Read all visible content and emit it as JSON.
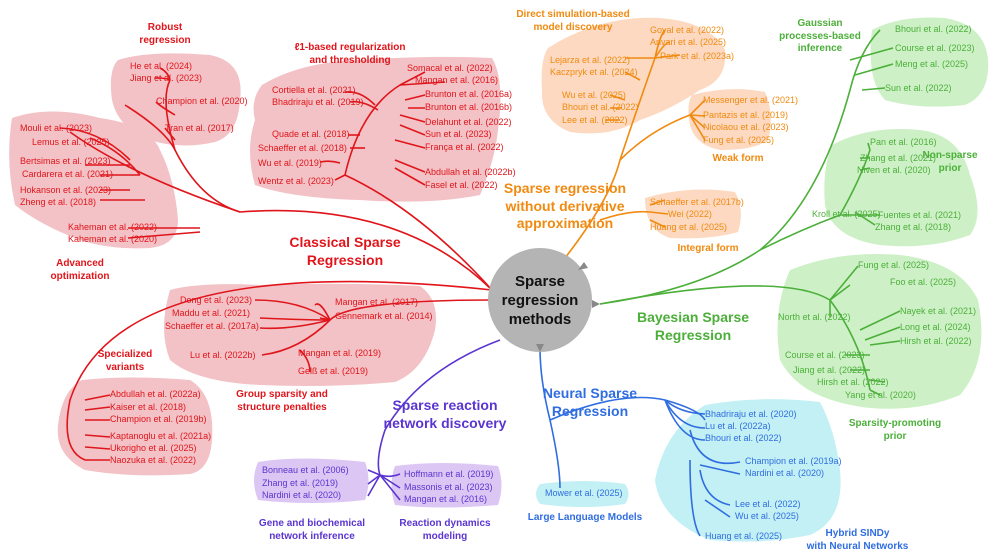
{
  "center": {
    "lines": [
      "Sparse",
      "regression",
      "methods"
    ]
  },
  "colors": {
    "red": "#e0151b",
    "orange": "#f08a10",
    "green": "#4caf3a",
    "blue": "#2f6de0",
    "purple": "#5a35d0",
    "red_fill": "#f2c2c6",
    "orange_fill": "#fcd9c0",
    "green_fill": "#cdf0c6",
    "blue_fill": "#c2f0f4",
    "purple_fill": "#dcc6f4",
    "center_fill": "#b4b4b4"
  },
  "branches": {
    "classical": {
      "title": [
        "Classical Sparse",
        "Regression"
      ],
      "robust": {
        "label": [
          "Robust",
          "regression"
        ],
        "refs": [
          "He et al. (2024)",
          "Jiang et al. (2023)",
          "Champion et al. (2020)",
          "Tran et al. (2017)"
        ]
      },
      "l1": {
        "label": [
          "ℓ1-based regularization",
          "and thresholding"
        ],
        "refs": [
          "Somacal et al. (2022)",
          "Mangan et al. (2016)",
          "Cortiella et al. (2021)",
          "Brunton et al. (2016a)",
          "Bhadriraju et al. (2019)",
          "Brunton et al. (2016b)",
          "Delahunt et al. (2022)",
          "Quade et al. (2018)",
          "Sun et al. (2023)",
          "Schaeffer et al. (2018)",
          "França et al. (2022)",
          "Wu et al. (2019)",
          "Abdullah et al. (2022b)",
          "Wentz et al. (2023)",
          "Fasel et al. (2022)"
        ]
      },
      "advanced": {
        "label": [
          "Advanced",
          "optimization"
        ],
        "refs": [
          "Mouli et al. (2023)",
          "Lemus et al. (2025)",
          "Bertsimas et al. (2023)",
          "Cardarera et al. (2021)",
          "Hokanson et al. (2023)",
          "Zheng et al. (2018)",
          "Kaheman et al. (2022)",
          "Kaheman et al. (2020)"
        ]
      },
      "group": {
        "label": [
          "Group sparsity and",
          "structure penalties"
        ],
        "refs": [
          "Dong et al. (2023)",
          "Mangan et al. (2017)",
          "Maddu et al. (2021)",
          "Gennemark et al. (2014)",
          "Schaeffer et al. (2017a)",
          "Mangan et al. (2019)",
          "Lu et al. (2022b)",
          "Gelß et al. (2019)"
        ]
      },
      "special": {
        "label": [
          "Specialized",
          "variants"
        ],
        "refs": [
          "Abdullah et al. (2022a)",
          "Kaiser et al. (2018)",
          "Champion et al. (2019b)",
          "Kaptanoglu et al. (2021a)",
          "Ukorigho et al. (2025)",
          "Naozuka et al. (2022)"
        ]
      }
    },
    "derivative": {
      "title": [
        "Sparse regression",
        "without derivative",
        "approximation"
      ],
      "direct": {
        "label": [
          "Direct simulation-based",
          "model discovery"
        ],
        "refs": [
          "Goyal et al. (2022)",
          "Anvari et al. (2025)",
          "Lejarza et al. (2022)",
          "Park et al. (2023a)",
          "Kaczpryk et al. (2024)",
          "Wu et al. (2025)",
          "Bhouri et al. (2022)",
          "Lee et al. (2022)"
        ]
      },
      "weak": {
        "label": [
          "Weak form"
        ],
        "refs": [
          "Messenger et al. (2021)",
          "Pantazis et al. (2019)",
          "Nicolaou et al. (2023)",
          "Fung et al. (2025)"
        ]
      },
      "integral": {
        "label": [
          "Integral form"
        ],
        "refs": [
          "Schaeffer et al. (2017b)",
          "Wei (2022)",
          "Huang et al. (2025)"
        ]
      }
    },
    "bayesian": {
      "title": [
        "Bayesian Sparse",
        "Regression"
      ],
      "gaussian": {
        "label": [
          "Gaussian",
          "processes-based",
          "inference"
        ],
        "refs": [
          "Bhouri et al. (2022)",
          "Course et al. (2023)",
          "Meng et al. (2025)",
          "Sun et al. (2022)"
        ]
      },
      "nonsparse": {
        "label": [
          "Non-sparse",
          "prior"
        ],
        "refs": [
          "Pan et al. (2016)",
          "Zhang et al. (2021)",
          "Niven et al. (2020)",
          "Kroll et al. (2025)",
          "Fuentes et al. (2021)",
          "Zhang et al. (2018)"
        ]
      },
      "promoting": {
        "label": [
          "Sparsity-promoting",
          "prior"
        ],
        "refs": [
          "Fung et al. (2025)",
          "Foo et al. (2025)",
          "North et al. (2022)",
          "Nayek et al. (2021)",
          "Long et al. (2024)",
          "Hirsh et al. (2022)",
          "Course et al. (2023)",
          "Jiang et al. (2022)",
          "Hirsh et al. (2022)",
          "Yang et al. (2020)"
        ]
      }
    },
    "neural": {
      "title": [
        "Neural Sparse",
        "Regression"
      ],
      "llm": {
        "label": [
          "Large Language Models"
        ],
        "refs": [
          "Mower et al. (2025)"
        ]
      },
      "hybrid": {
        "label": [
          "Hybrid SINDy",
          "with Neural Networks"
        ],
        "refs": [
          "Bhadriraju et al. (2020)",
          "Lu et al. (2022a)",
          "Bhouri et al. (2022)",
          "Champion et al. (2019a)",
          "Nardini et al. (2020)",
          "Lee et al. (2022)",
          "Wu et al. (2025)",
          "Huang et al. (2025)"
        ]
      }
    },
    "reaction": {
      "title": [
        "Sparse reaction",
        "network discovery"
      ],
      "gene": {
        "label": [
          "Gene and biochemical",
          "network inference"
        ],
        "refs": [
          "Bonneau et al. (2006)",
          "Zhang et al. (2019)",
          "Nardini et al. (2020)"
        ]
      },
      "dynamics": {
        "label": [
          "Reaction dynamics",
          "modeling"
        ],
        "refs": [
          "Hoffmann et al. (2019)",
          "Massonis et al. (2023)",
          "Mangan et al. (2016)"
        ]
      }
    }
  }
}
